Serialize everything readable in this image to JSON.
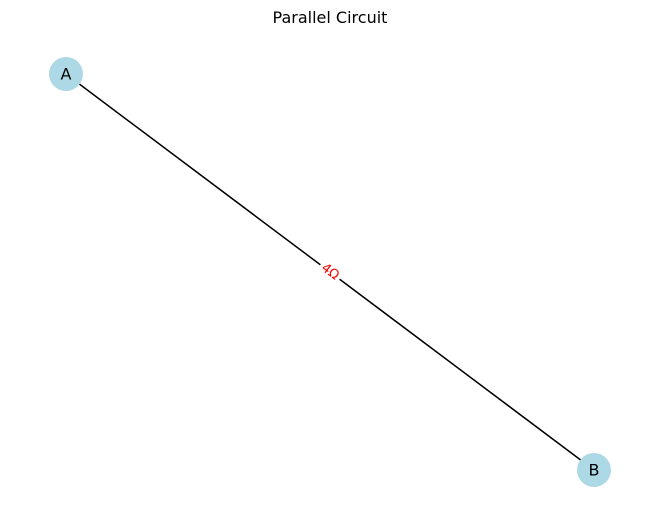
{
  "title": "Parallel Circuit",
  "colors": {
    "node_fill": "#add8e6",
    "edge_stroke": "#000000",
    "edge_label": "#ff0000",
    "background": "#ffffff"
  },
  "nodes": [
    {
      "id": "A",
      "label": "A"
    },
    {
      "id": "B",
      "label": "B"
    }
  ],
  "edges": [
    {
      "from": "A",
      "to": "B",
      "label": "4Ω"
    }
  ]
}
